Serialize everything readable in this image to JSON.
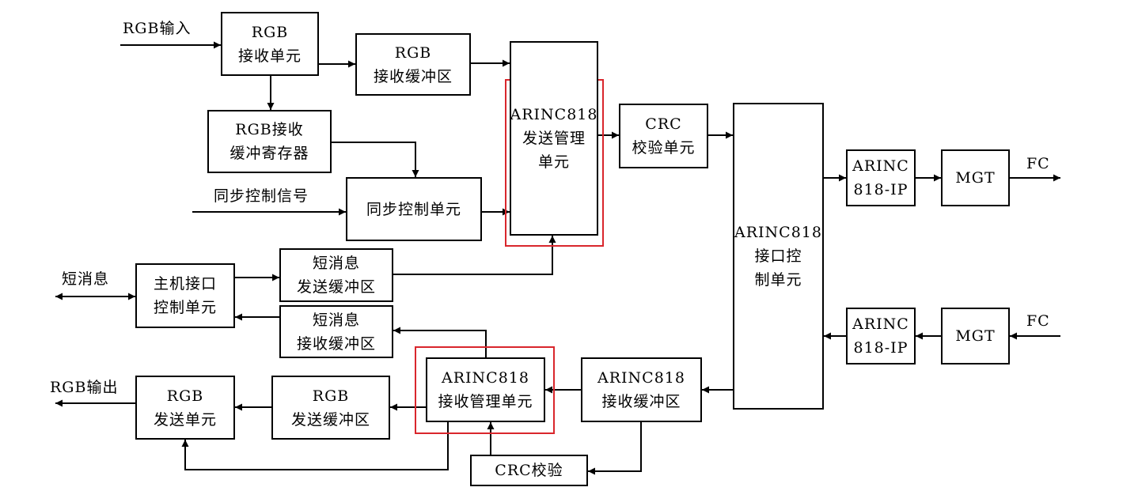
{
  "colors": {
    "line": "#000000",
    "highlight": "#d9262c",
    "background": "#ffffff"
  },
  "blocks": {
    "rgb_rx_unit": "RGB\n接收单元",
    "rgb_rx_buffer": "RGB\n接收缓冲区",
    "arinc_tx_mgmt": "ARINC818\n发送管理\n单元",
    "rgb_rx_reg": "RGB接收\n缓冲寄存器",
    "sync_ctrl": "同步控制单元",
    "crc_unit": "CRC\n校验单元",
    "arinc_if_ctrl": "ARINC818\n接口控\n制单元",
    "ip_tx": "ARINC\n818-IP",
    "mgt_tx": "MGT",
    "msg_tx_buf": "短消息\n发送缓冲区",
    "host_if": "主机接口\n控制单元",
    "msg_rx_buf": "短消息\n接收缓冲区",
    "ip_rx": "ARINC\n818-IP",
    "mgt_rx": "MGT",
    "arinc_rx_mgmt": "ARINC818\n接收管理单元",
    "arinc_rx_buf": "ARINC818\n接收缓冲区",
    "rgb_tx_buf": "RGB\n发送缓冲区",
    "rgb_tx_unit": "RGB\n发送单元",
    "crc_check": "CRC校验"
  },
  "signals": {
    "rgb_in": "RGB输入",
    "sync_in": "同步控制信号",
    "short_msg": "短消息",
    "rgb_out": "RGB输出",
    "fc_out": "FC",
    "fc_in": "FC"
  }
}
